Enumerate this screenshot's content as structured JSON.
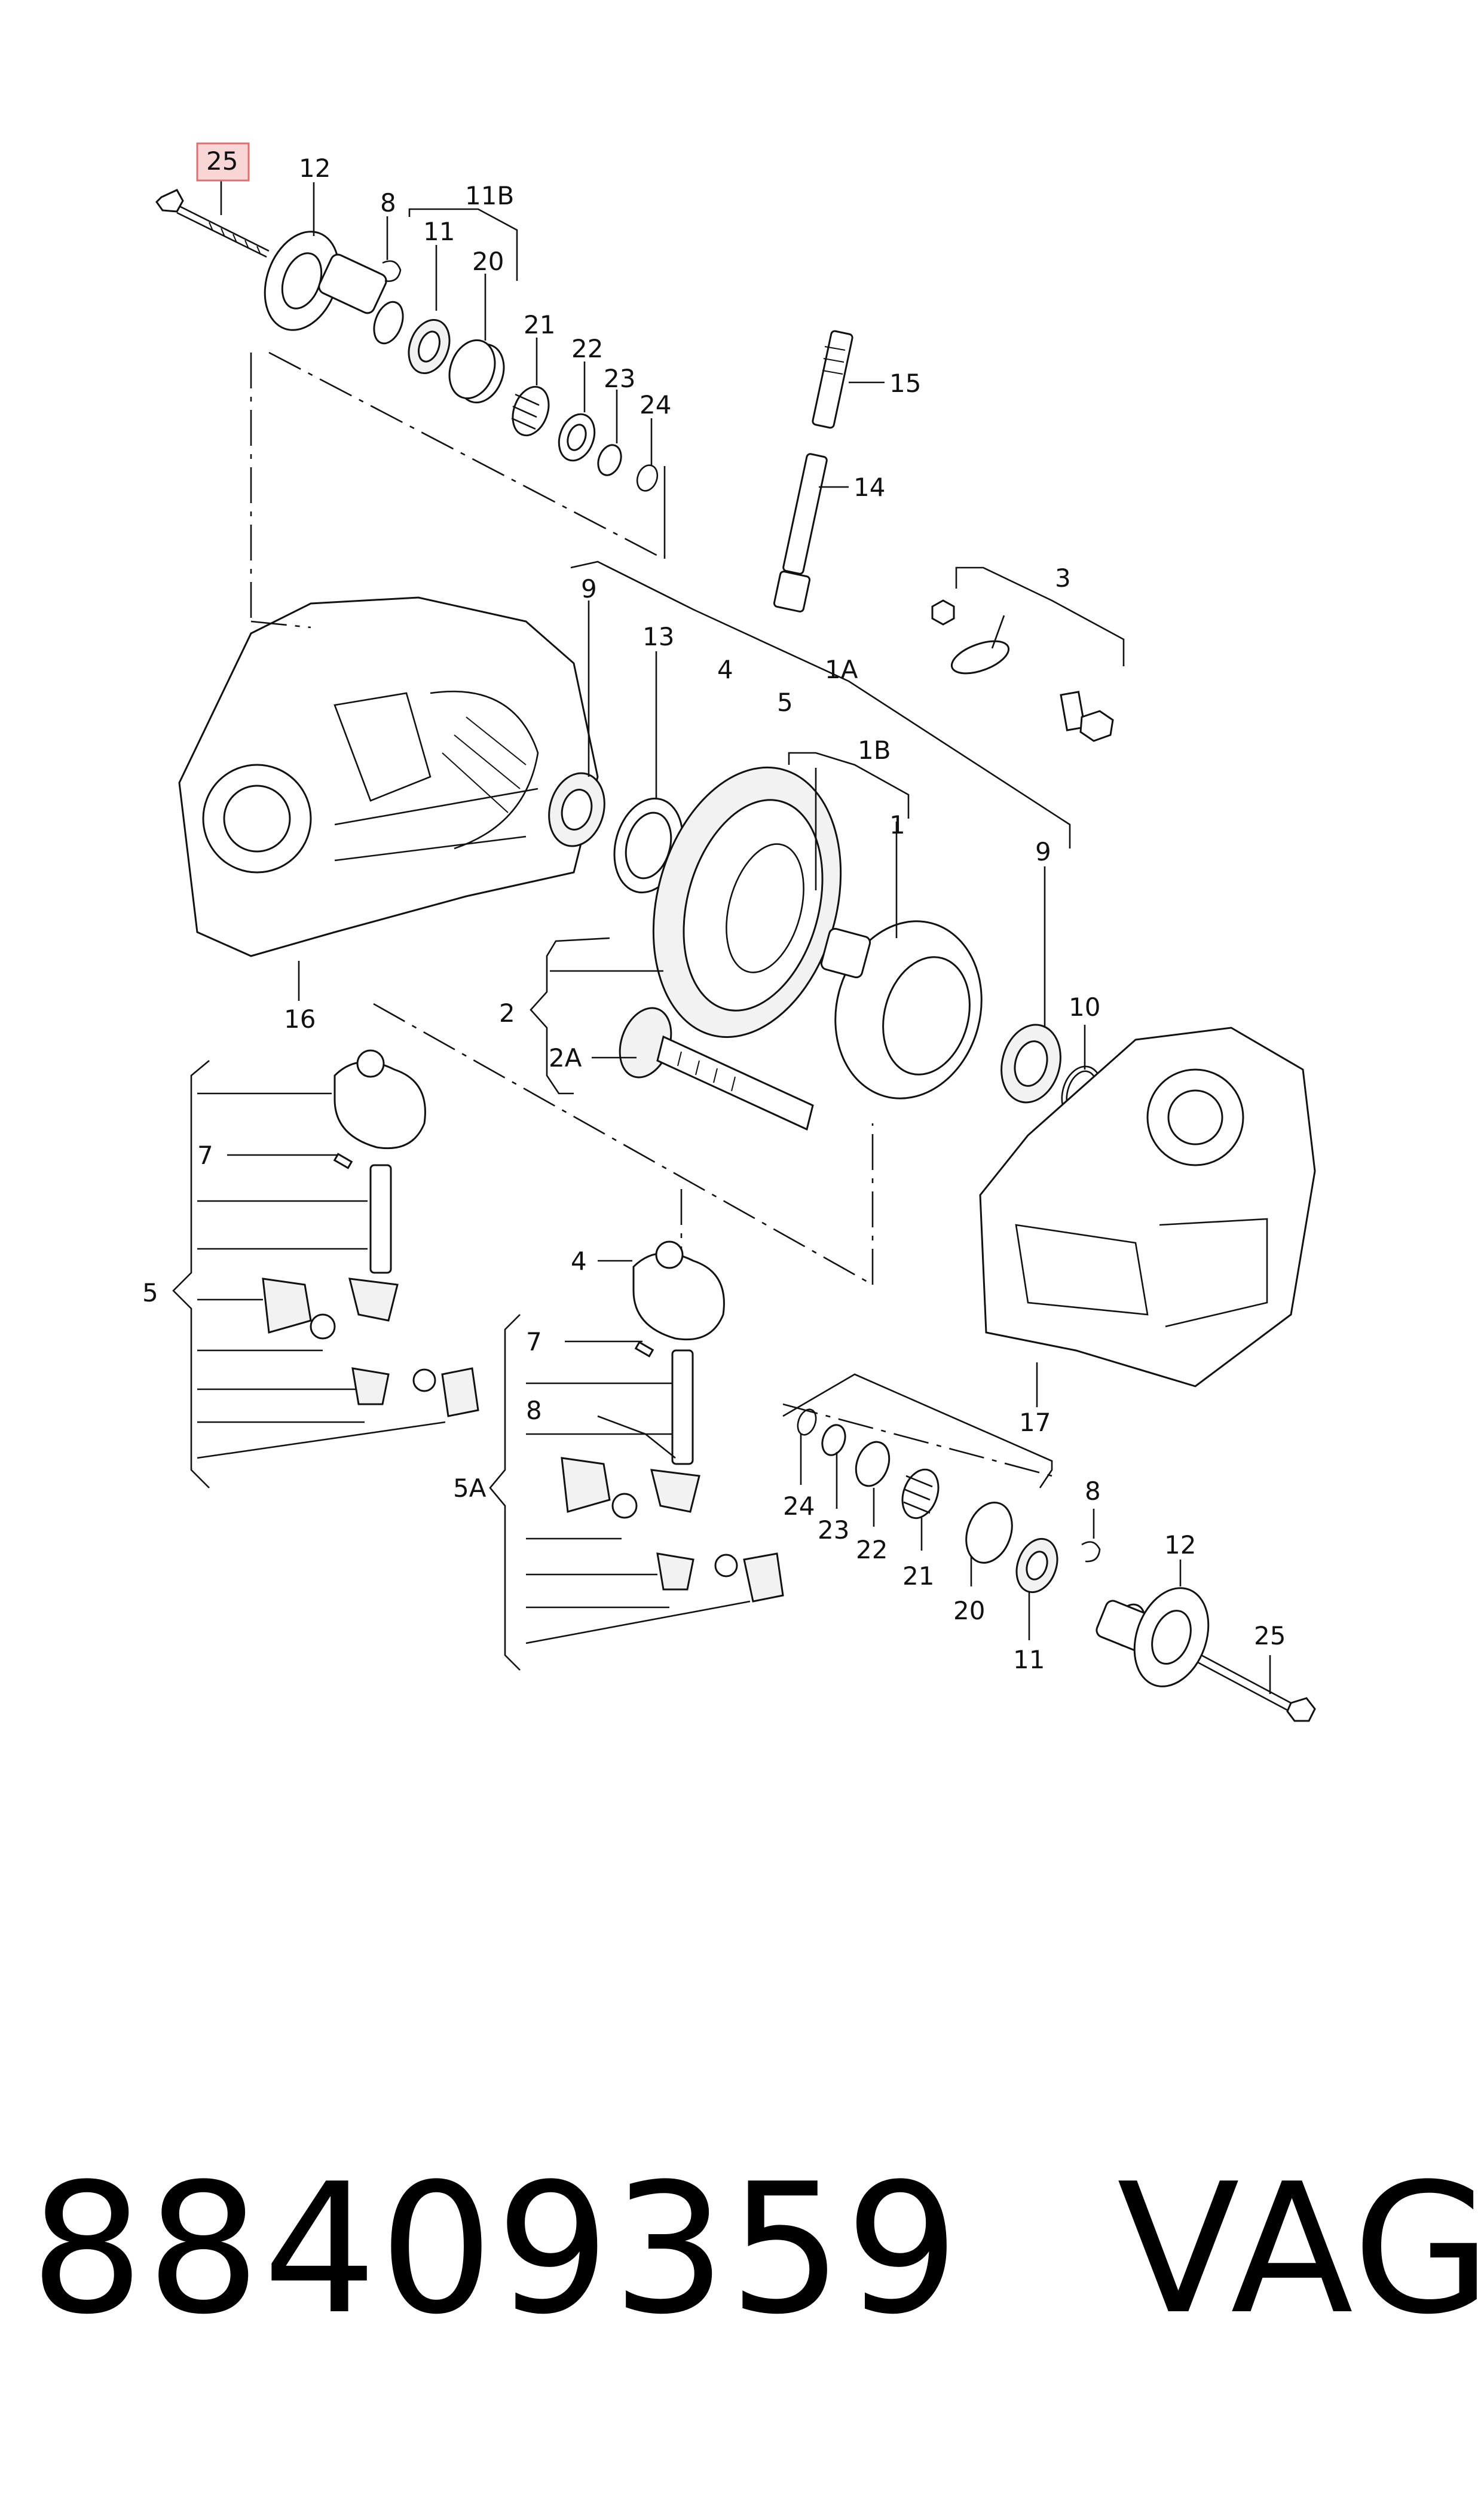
{
  "highlight_color": "#e07070",
  "callouts": {
    "c25_top": "25",
    "c12_top": "12",
    "c8_top": "8",
    "c11B": "11B",
    "c11_top": "11",
    "c20_top": "20",
    "c21_top": "21",
    "c22_top": "22",
    "c23_top": "23",
    "c24_top": "24",
    "c15": "15",
    "c14": "14",
    "c3": "3",
    "c9_left": "9",
    "c13": "13",
    "c4_mid": "4",
    "c1A": "1A",
    "c5_mid": "5",
    "c1B": "1B",
    "c1": "1",
    "c9_right": "9",
    "c10": "10",
    "c16": "16",
    "c2": "2",
    "c2A": "2A",
    "c7_left": "7",
    "c5_left": "5",
    "c4_lower": "4",
    "c7_lower": "7",
    "c8_lower": "8",
    "c5A": "5A",
    "c17": "17",
    "c24_bot": "24",
    "c23_bot": "23",
    "c22_bot": "22",
    "c21_bot": "21",
    "c20_bot": "20",
    "c11_bot": "11",
    "c8_bot": "8",
    "c12_bot": "12",
    "c25_bot": "25"
  },
  "footer": {
    "part_number": "88409359",
    "brand": "VAG"
  }
}
